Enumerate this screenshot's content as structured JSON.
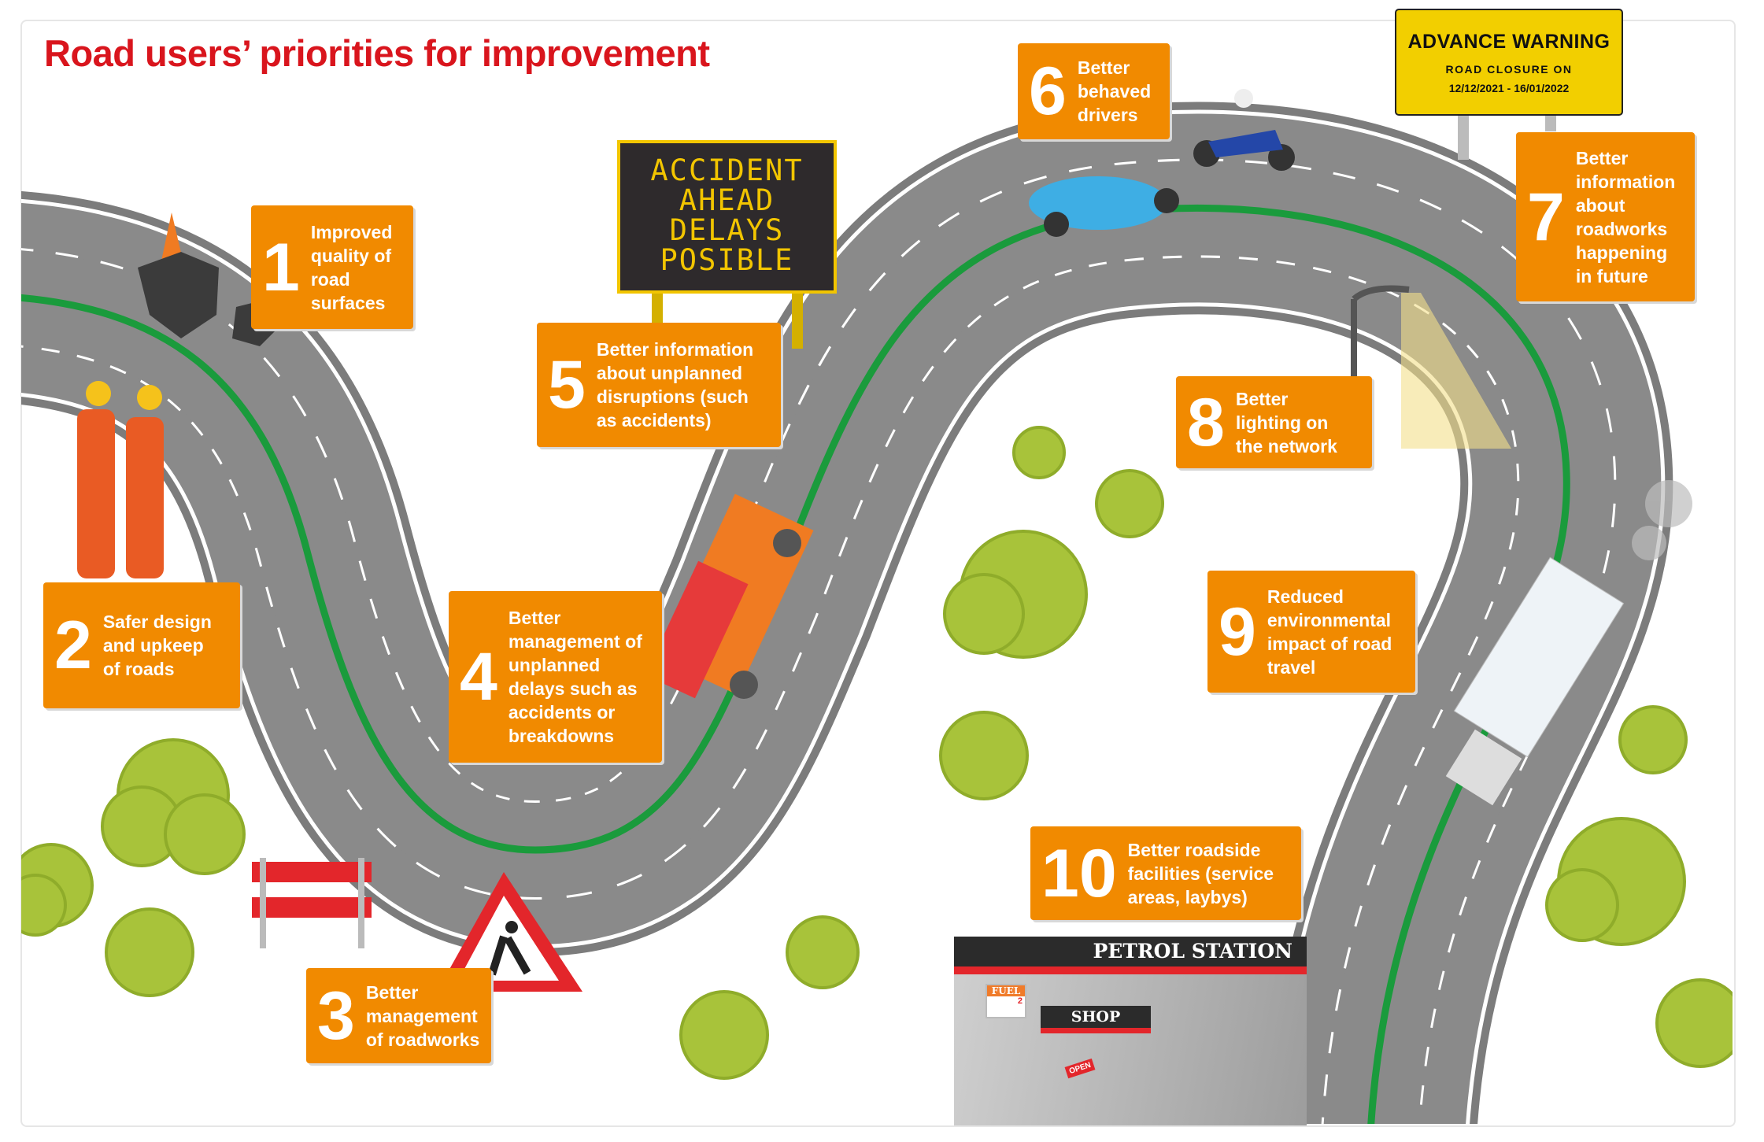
{
  "title": "Road users’ priorities for improvement",
  "priorities": [
    {
      "number": "1",
      "text": "Improved quality of road surfaces"
    },
    {
      "number": "2",
      "text": "Safer design and upkeep of roads"
    },
    {
      "number": "3",
      "text": "Better management of roadworks"
    },
    {
      "number": "4",
      "text": "Better management of unplanned delays such as accidents or breakdowns"
    },
    {
      "number": "5",
      "text": "Better information about unplanned disruptions (such as accidents)"
    },
    {
      "number": "6",
      "text": "Better behaved drivers"
    },
    {
      "number": "7",
      "text": "Better information about roadworks happening in future"
    },
    {
      "number": "8",
      "text": "Better lighting on the network"
    },
    {
      "number": "9",
      "text": "Reduced environmental impact of road travel"
    },
    {
      "number": "10",
      "text": "Better roadside facilities (service areas, laybys)"
    }
  ],
  "advance_sign": {
    "heading": "ADVANCE WARNING",
    "line1": "ROAD CLOSURE ON",
    "dates": "12/12/2021 - 16/01/2022"
  },
  "message_sign": {
    "lines": [
      "ACCIDENT",
      "AHEAD",
      "DELAYS",
      "POSIBLE"
    ]
  },
  "petrol_station": {
    "name": "PETROL STATION",
    "shop": "SHOP",
    "fuel": "FUEL",
    "fuel_number": "2",
    "open": "OPEN"
  },
  "colors": {
    "title": "#d9151d",
    "box": "#f18a00",
    "road": "#8a8a8a",
    "centre_line": "#1a9b3c",
    "sign": "#f2cf00"
  }
}
